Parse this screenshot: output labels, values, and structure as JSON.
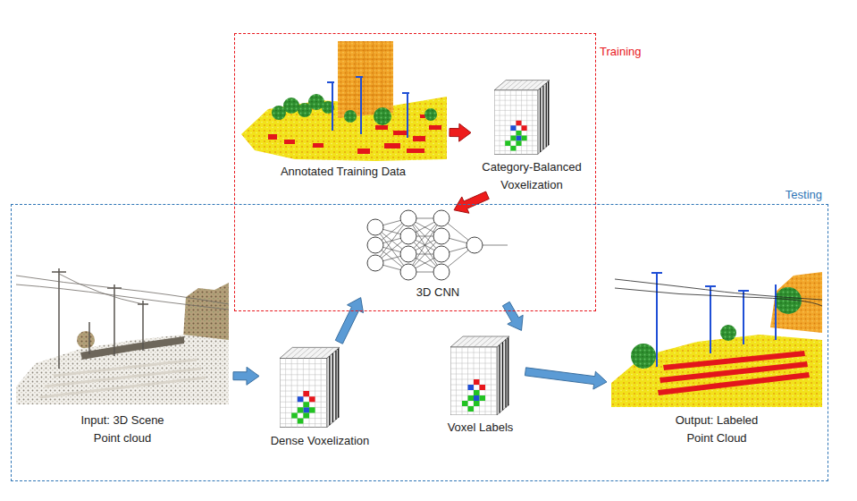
{
  "diagram": {
    "nodes": [
      {
        "text": [
          "Training"
        ]
      },
      {
        "text": [
          "Annotated Training Data"
        ],
        "in": 0
      },
      {
        "text": [
          "Category-Balanced Voxelization"
        ],
        "in": 0
      },
      {
        "text": [
          "3D CNN"
        ],
        "in": 0
      },
      {
        "text": [
          "Testing"
        ]
      },
      {
        "text": [
          "Input: 3D Scene Point cloud"
        ],
        "in": 4
      },
      {
        "text": [
          "Dense Voxelization"
        ],
        "in": 4
      },
      {
        "text": [
          "Voxel Labels"
        ],
        "in": 4
      },
      {
        "text": [
          "Output: Labeled Point Cloud"
        ],
        "in": 4
      }
    ],
    "edges": [
      {
        "from": 1,
        "to": 2,
        "arrow": "to"
      },
      {
        "from": 2,
        "to": 3,
        "arrow": "to"
      },
      {
        "from": 5,
        "to": 6,
        "arrow": "to"
      },
      {
        "from": 6,
        "to": 3,
        "arrow": "to"
      },
      {
        "from": 3,
        "to": 7,
        "arrow": "to"
      },
      {
        "from": 7,
        "to": 8,
        "arrow": "to"
      }
    ]
  }
}
